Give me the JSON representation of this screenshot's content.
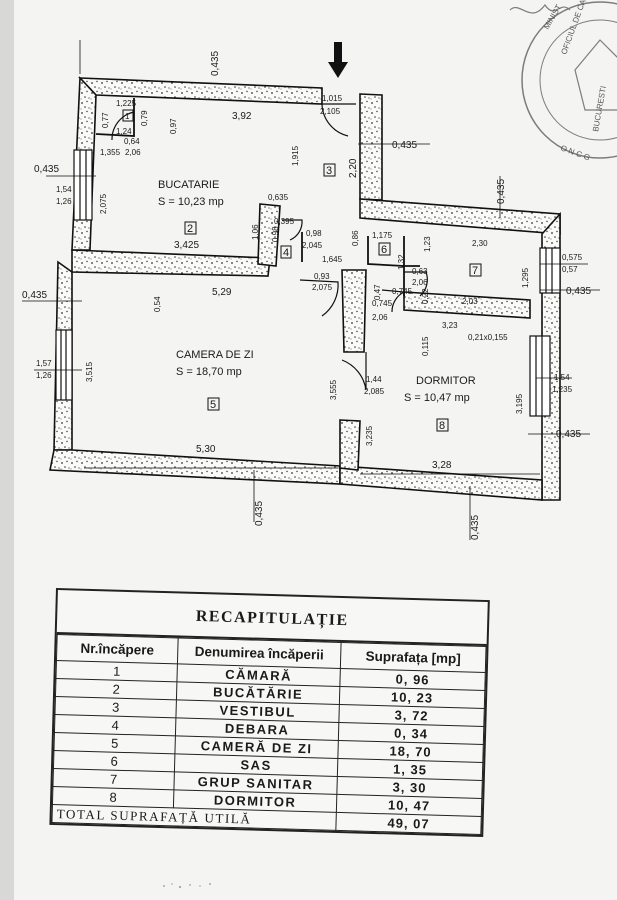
{
  "plan": {
    "rooms": [
      {
        "name": "BUCATARIE",
        "area": "S = 10,23 mp",
        "number": "2"
      },
      {
        "name": "CAMERA DE ZI",
        "area": "S = 18,70 mp",
        "number": "5"
      },
      {
        "name": "DORMITOR",
        "area": "S = 10,47 mp",
        "number": "8"
      }
    ],
    "room_numbers": [
      "1",
      "3",
      "4",
      "6",
      "7"
    ],
    "dimensions": {
      "d0435_top": "0,435",
      "d1225": "1,225",
      "d077": "0,77",
      "d079": "0,79",
      "d124": "1,24",
      "d064": "0,64",
      "d1355": "1,355",
      "d206a": "2,06",
      "d097": "0,97",
      "d392": "3,92",
      "d1015": "1,015",
      "d2105": "2,105",
      "d1915": "1,915",
      "d220": "2,20",
      "d0435_r1": "0,435",
      "d0435_l1": "0,435",
      "d154a": "1,54",
      "d126a": "1,26",
      "d2075a": "2,075",
      "d0635": "0,635",
      "d0395": "0,395",
      "d098a": "0,98",
      "d098b": "0,98",
      "d2045": "2,045",
      "d106": "1,06",
      "d086": "0,86",
      "d1175": "1,175",
      "d123": "1,23",
      "d230": "2,30",
      "d0435_rtop": "0,435",
      "d0575": "0,575",
      "d057": "0,57",
      "d3425": "3,425",
      "d1645": "1,645",
      "d132": "1,32",
      "d063": "0,63",
      "d206b": "2,06",
      "d1295": "1,295",
      "d0435_r2": "0,435",
      "d0435_l2": "0,435",
      "d054": "0,54",
      "d529": "5,29",
      "d093": "0,93",
      "d2075b": "2,075",
      "d047": "0,47",
      "d0745a": "0,745",
      "d0745b": "0,745",
      "d206c": "2,06",
      "d022": "0,22",
      "d203": "2,03",
      "d323": "3,23",
      "d0115": "0,115",
      "d021": "0,21x0,155",
      "d157": "1,57",
      "d126b": "1,26",
      "d3515": "3,515",
      "d3555": "3,555",
      "d144": "1,44",
      "d2085": "2,085",
      "d154b": "1,54",
      "d1235": "1,235",
      "d3195": "3,195",
      "d3235": "3,235",
      "d0435_r3": "0,435",
      "d530": "5,30",
      "d328": "3,28",
      "d0435_b1": "0,435",
      "d0435_b2": "0,435"
    },
    "stamp_text": "MINISTERUL ... OFICIUL DE CADASTRU ... O.N.C.G.C. ... BUCURESTI"
  },
  "recap": {
    "title": "RECAPITULAȚIE",
    "headers": [
      "Nr.încăpere",
      "Denumirea încăperii",
      "Suprafața [mp]"
    ],
    "rows": [
      {
        "nr": "1",
        "name": "CĂMARĂ",
        "area": "0, 96"
      },
      {
        "nr": "2",
        "name": "BUCĂTĂRIE",
        "area": "10, 23"
      },
      {
        "nr": "3",
        "name": "VESTIBUL",
        "area": "3, 72"
      },
      {
        "nr": "4",
        "name": "DEBARA",
        "area": "0, 34"
      },
      {
        "nr": "5",
        "name": "CAMERĂ DE ZI",
        "area": "18, 70"
      },
      {
        "nr": "6",
        "name": "SAS",
        "area": "1, 35"
      },
      {
        "nr": "7",
        "name": "GRUP SANITAR",
        "area": "3, 30"
      },
      {
        "nr": "8",
        "name": "DORMITOR",
        "area": "10, 47"
      }
    ],
    "total_label": "TOTAL SUPRAFAȚĂ UTILĂ",
    "total_value": "49, 07"
  }
}
